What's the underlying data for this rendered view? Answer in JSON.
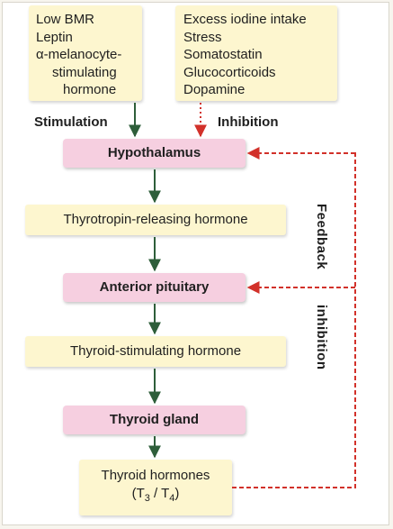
{
  "stimulators": [
    "Low BMR",
    "Leptin",
    "α-melanocyte-",
    "stimulating",
    "hormone"
  ],
  "inhibitors": [
    "Excess iodine intake",
    "Stress",
    "Somatostatin",
    "Glucocorticoids",
    "Dopamine"
  ],
  "labels": {
    "stimulation": "Stimulation",
    "inhibition": "Inhibition",
    "feedback": "Feedback",
    "feedback_inhibition": "inhibition"
  },
  "boxes": {
    "hypothalamus": "Hypothalamus",
    "trh": "Thyrotropin-releasing hormone",
    "anterior_pituitary": "Anterior pituitary",
    "tsh": "Thyroid-stimulating hormone",
    "thyroid_gland": "Thyroid gland",
    "thyroid_hormones": "Thyroid hormones",
    "t3_t4": "(T3 / T4)"
  },
  "colors": {
    "stimulation_arrow": "#2e5e3a",
    "inhibition_arrow": "#d2312a",
    "organ_box": "#f6cfe0",
    "hormone_box": "#fdf6cf"
  }
}
